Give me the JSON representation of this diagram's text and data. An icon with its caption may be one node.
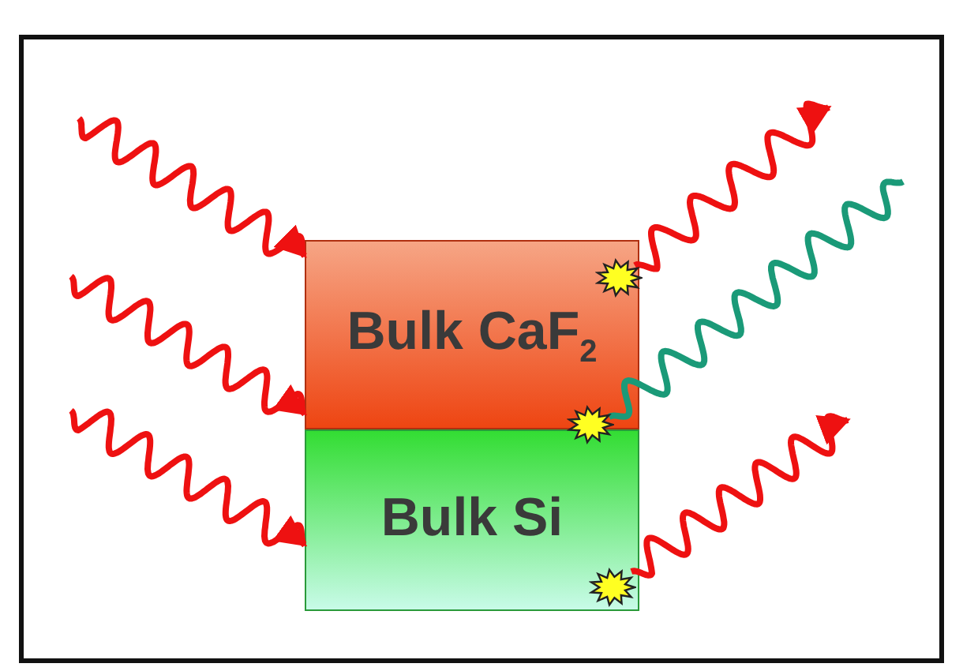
{
  "diagram": {
    "nodes": [
      {
        "text": [
          "Bulk CaF$_{2}$"
        ]
      },
      {
        "text": [],
        "shape": "star",
        "in": 0
      },
      {
        "text": [],
        "shape": "star",
        "in": 0
      },
      {
        "text": [
          "Bulk Si"
        ]
      },
      {
        "text": [],
        "shape": "star",
        "in": 3
      }
    ],
    "edges": [
      {
        "from": null,
        "to": 0,
        "arrow": "to"
      },
      {
        "from": null,
        "to": 0,
        "arrow": "to"
      },
      {
        "from": null,
        "to": 3,
        "arrow": "to"
      },
      {
        "from": 1,
        "to": null,
        "arrow": "to"
      },
      {
        "from": 2,
        "to": null,
        "arrow": "none",
        "color": "#1a9a78"
      },
      {
        "from": 4,
        "to": null,
        "arrow": "to"
      }
    ]
  }
}
